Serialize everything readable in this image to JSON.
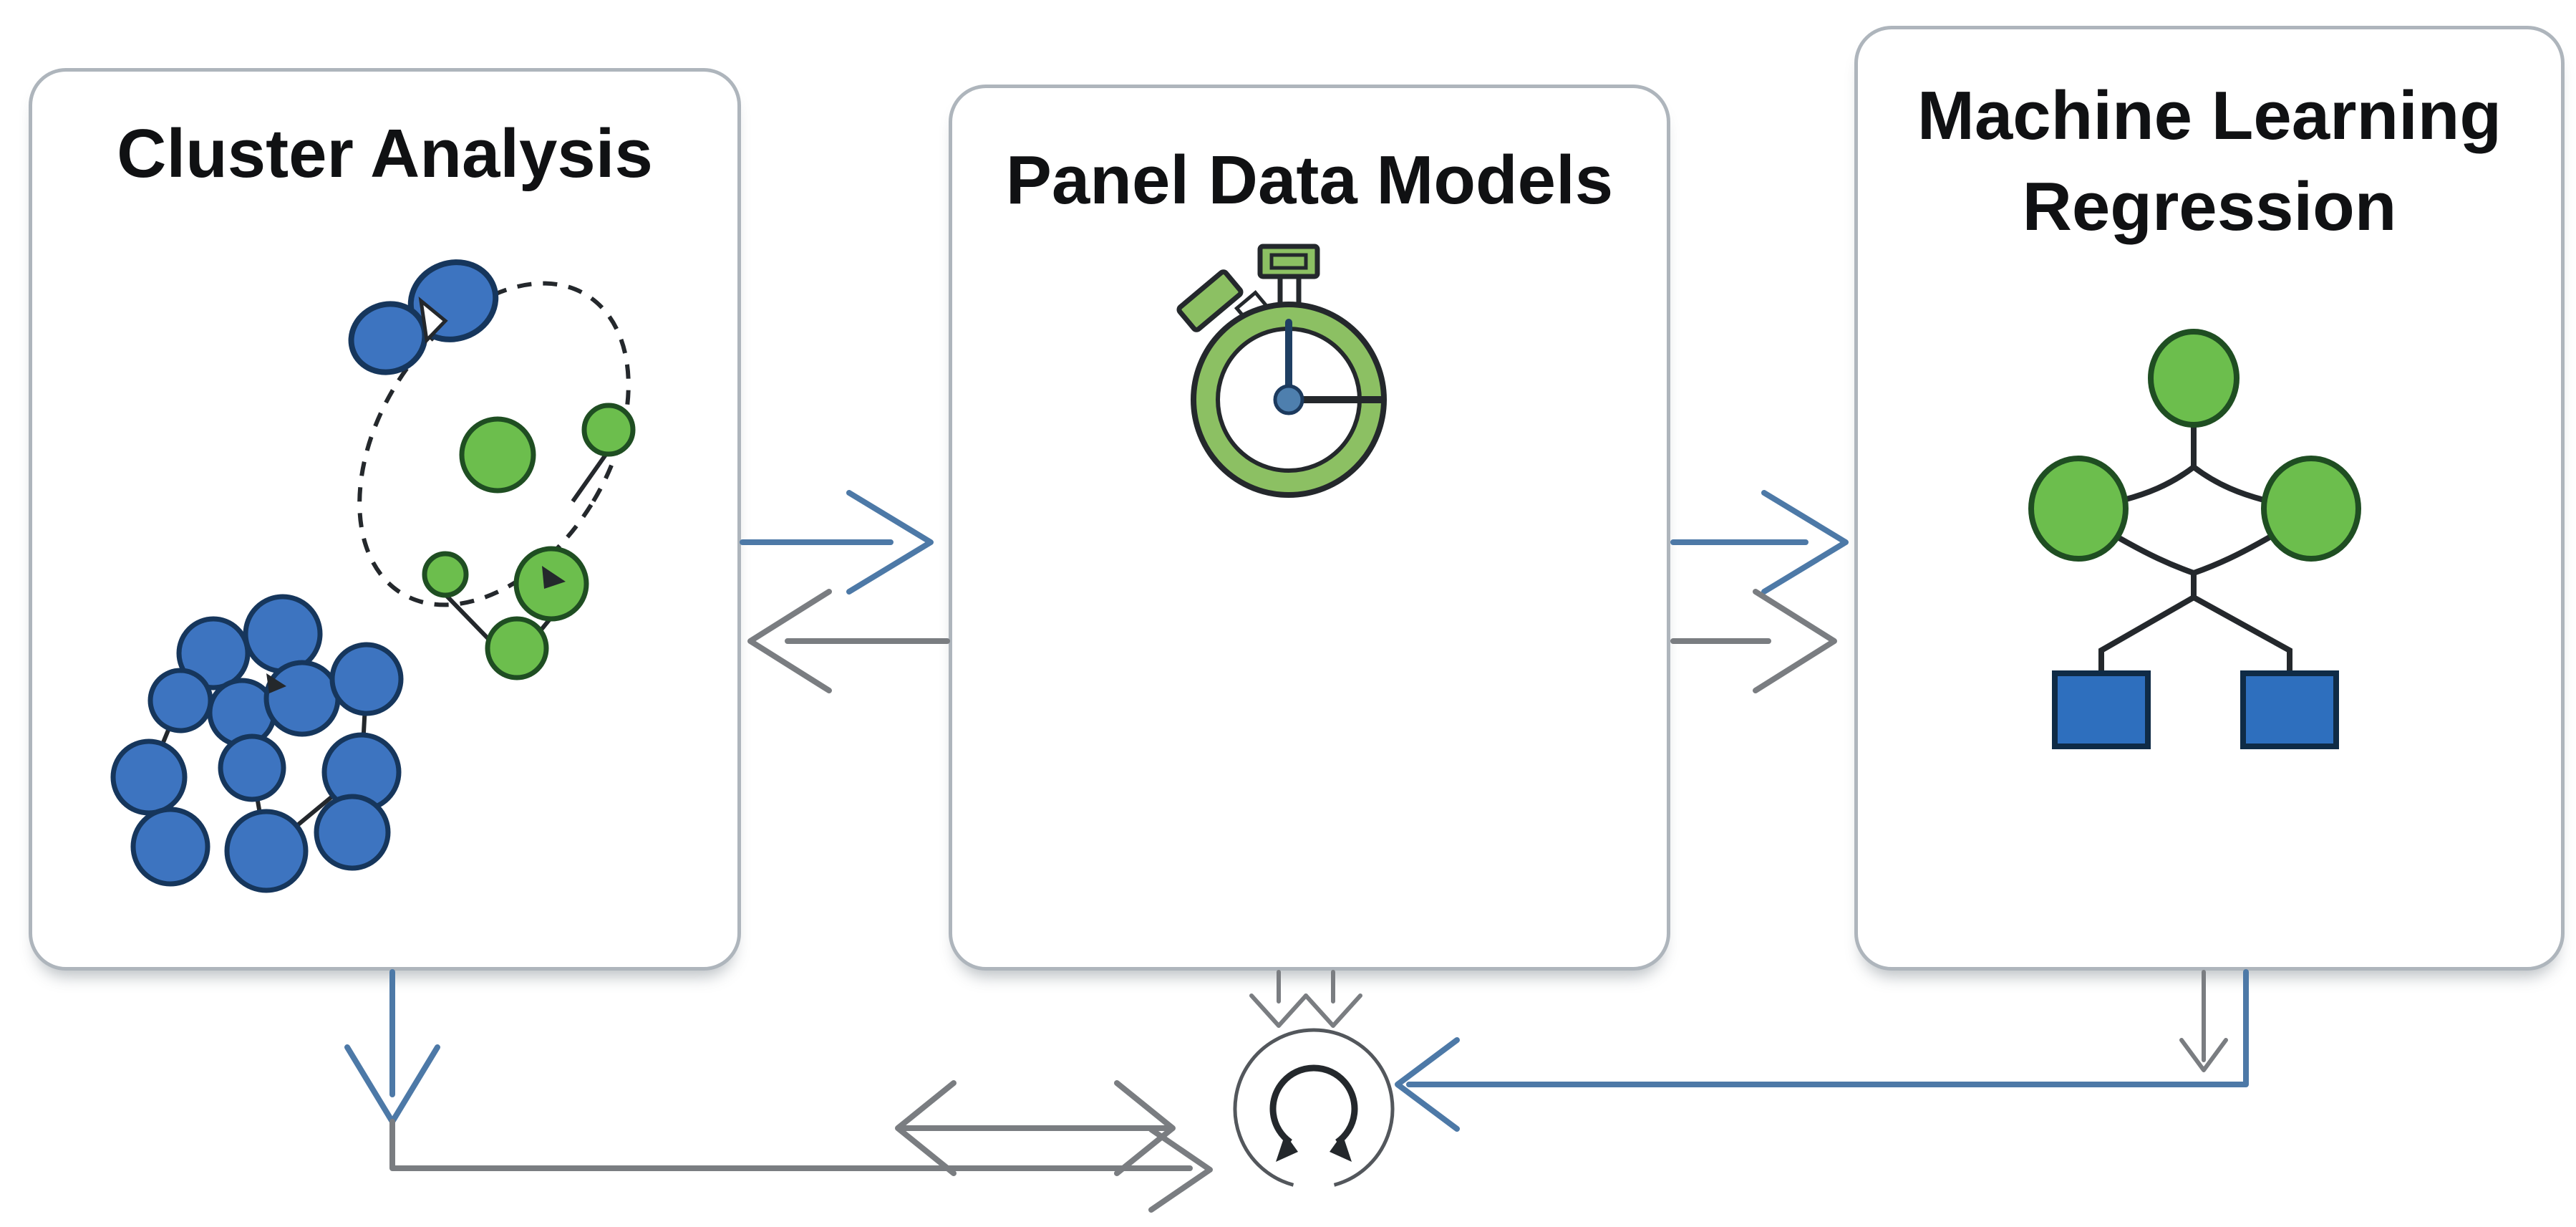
{
  "figure": {
    "background": "#ffffff",
    "boxes": [
      {
        "id": "cluster-analysis",
        "title": "Cluster Analysis",
        "icon": "cluster-scatter-icon"
      },
      {
        "id": "panel-data-models",
        "title": "Panel Data Models",
        "icon": "stopwatch-icon"
      },
      {
        "id": "machine-learning-regression",
        "title": "Machine Learning Regression",
        "title_lines": [
          "Machine Learning",
          "Regression"
        ],
        "icon": "decision-tree-icon"
      }
    ],
    "loop_icon": "iteration-loop-icon",
    "connectors": [
      {
        "name": "cluster-to-panel",
        "from": "Cluster Analysis",
        "to": "Panel Data Models",
        "color": "blue",
        "style": "arrow-right"
      },
      {
        "name": "panel-to-cluster",
        "from": "Panel Data Models",
        "to": "Cluster Analysis",
        "color": "gray",
        "style": "arrow-left"
      },
      {
        "name": "panel-to-ml-primary",
        "from": "Panel Data Models",
        "to": "Machine Learning Regression",
        "color": "blue",
        "style": "arrow-right"
      },
      {
        "name": "panel-to-ml-secondary",
        "from": "Panel Data Models",
        "to": "Machine Learning Regression",
        "color": "gray",
        "style": "arrow-right"
      },
      {
        "name": "cluster-down",
        "from": "Cluster Analysis",
        "to": "iteration-loop",
        "color": "blue",
        "style": "arrow-down"
      },
      {
        "name": "cluster-bottom-to-loop",
        "from": "Cluster Analysis",
        "to": "iteration-loop",
        "color": "gray",
        "style": "elbow-arrow-right"
      },
      {
        "name": "loop-double-arrow",
        "from": "iteration-loop",
        "to": "left",
        "color": "gray",
        "style": "double-headed-horizontal"
      },
      {
        "name": "panel-to-loop",
        "from": "Panel Data Models",
        "to": "iteration-loop",
        "color": "gray",
        "style": "double-down-chevrons"
      },
      {
        "name": "ml-down-short",
        "from": "Machine Learning Regression",
        "to": "down",
        "color": "gray",
        "style": "short-arrow-down"
      },
      {
        "name": "ml-to-loop",
        "from": "Machine Learning Regression",
        "to": "iteration-loop",
        "color": "blue",
        "style": "elbow-arrow-left"
      }
    ],
    "colors": {
      "blue_arrow": "#4d79a7",
      "gray_arrow": "#7a7d81",
      "box_border": "#aeb5bc",
      "title_text": "#101113",
      "node_blue": "#3d74c0",
      "node_blue_stroke": "#16365c",
      "node_green": "#6cbe4d",
      "node_green_stroke": "#1f4e22",
      "square_blue": "#2e6fbe",
      "square_stroke": "#0f2b46",
      "stopwatch_green": "#8cc063",
      "icon_stroke": "#24282c",
      "loop_stroke": "#53575c"
    }
  }
}
